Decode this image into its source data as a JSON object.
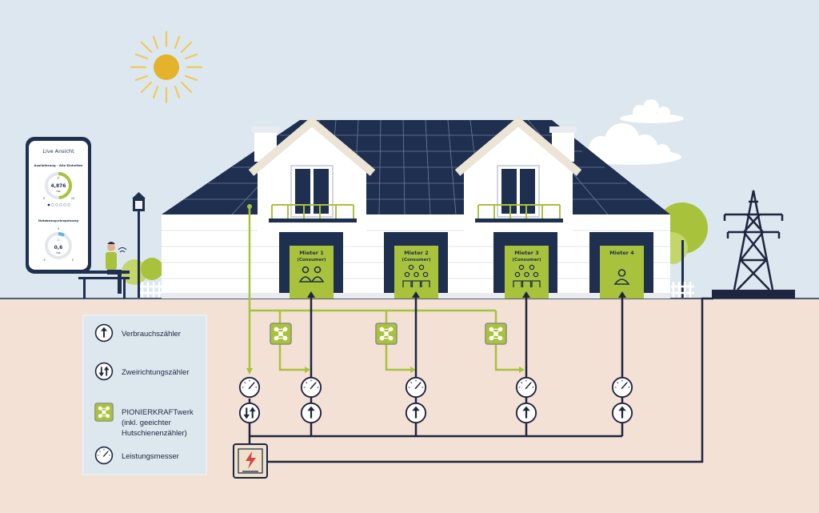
{
  "phone": {
    "title": "Live Ansicht",
    "section1_label": "Auslieferung - Alle Einheiten",
    "gauge1_value": "4,876",
    "gauge1_unit": "kw",
    "gauge1_min": "0",
    "gauge1_max": "10",
    "gauge1_fraction": 0.49,
    "section2_label": "Netzbezug/einspeisung",
    "gauge2_value": "0,6",
    "gauge2_unit": "kw",
    "gauge2_top": "0",
    "gauge2_min": "-5",
    "gauge2_max": "5"
  },
  "tenants": [
    {
      "name": "Mieter 1",
      "role": "(Consumer)",
      "icon": "two-people-icon"
    },
    {
      "name": "Mieter 2",
      "role": "(Consumer)",
      "icon": "four-people-icon"
    },
    {
      "name": "Mieter 3",
      "role": "(Consumer)",
      "icon": "four-people-icon"
    },
    {
      "name": "Mieter 4",
      "role": "",
      "icon": "single-person-icon"
    }
  ],
  "legend": {
    "consumption_meter": "Verbrauchszähler",
    "bidirectional_meter": "Zweirichtungszähler",
    "pionierkraftwerk_line1": "PIONIERKRAFTwerk",
    "pionierkraftwerk_line2": "(inkl. geeichter",
    "pionierkraftwerk_line3": "Hutschienenzähler)",
    "power_meter": "Leistungsmesser"
  },
  "colors": {
    "sky": "#dce7ef",
    "ground": "#f3e1d6",
    "navy": "#1f2f4f",
    "green": "#a9c23c",
    "sun": "#e5b32a",
    "wall": "#ffffff",
    "legend_bg": "#dde7ee"
  }
}
